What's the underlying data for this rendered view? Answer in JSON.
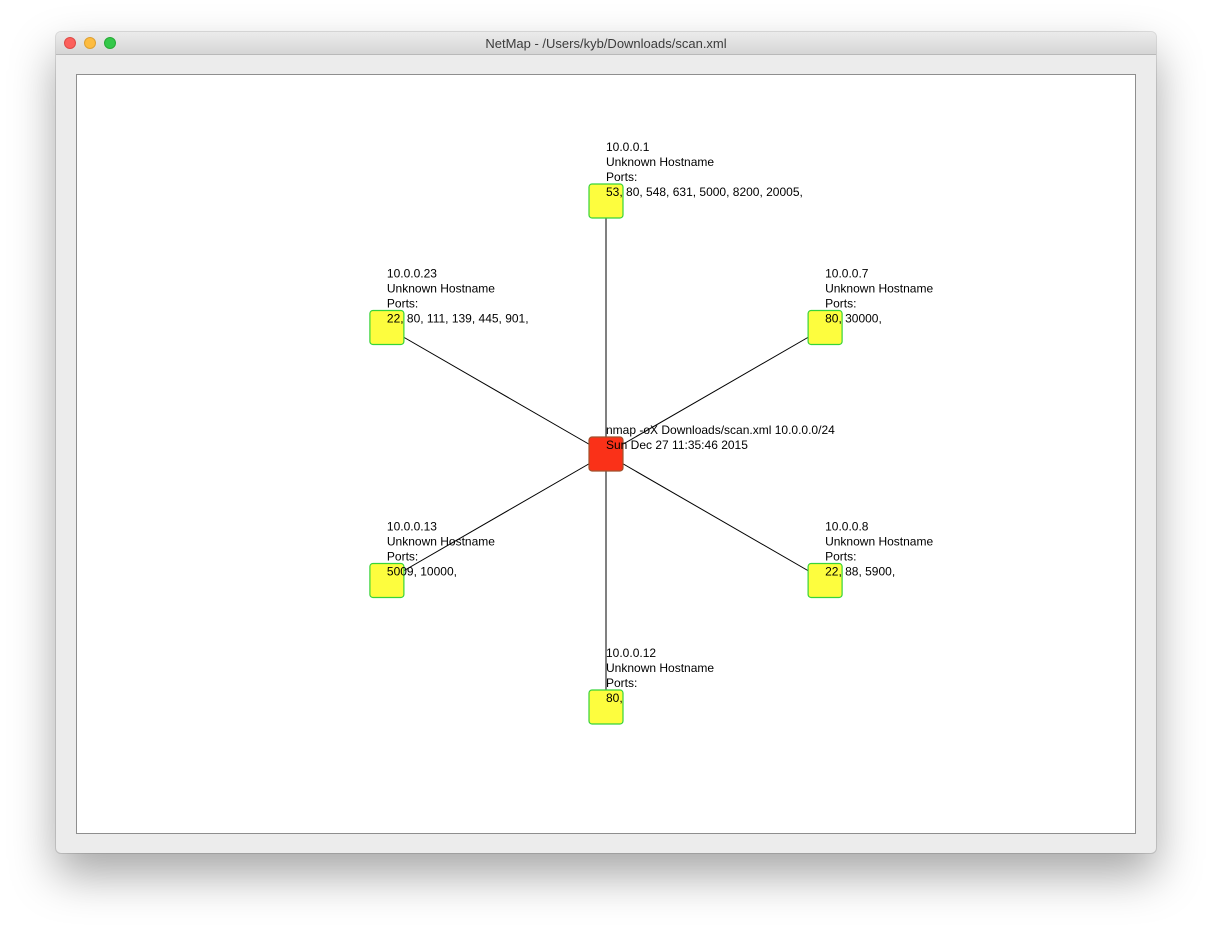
{
  "window": {
    "title": "NetMap - /Users/kyb/Downloads/scan.xml"
  },
  "scan": {
    "command": "nmap -oX Downloads/scan.xml 10.0.0.0/24",
    "date": "Sun Dec 27 11:35:46 2015"
  },
  "hosts": [
    {
      "ip": "10.0.0.1",
      "hostname": "Unknown Hostname",
      "ports_label": "Ports:",
      "ports": "53, 80, 548, 631, 5000, 8200, 20005,"
    },
    {
      "ip": "10.0.0.7",
      "hostname": "Unknown Hostname",
      "ports_label": "Ports:",
      "ports": "80, 30000,"
    },
    {
      "ip": "10.0.0.8",
      "hostname": "Unknown Hostname",
      "ports_label": "Ports:",
      "ports": "22, 88, 5900,"
    },
    {
      "ip": "10.0.0.12",
      "hostname": "Unknown Hostname",
      "ports_label": "Ports:",
      "ports": "80,"
    },
    {
      "ip": "10.0.0.13",
      "hostname": "Unknown Hostname",
      "ports_label": "Ports:",
      "ports": "5009, 10000,"
    },
    {
      "ip": "10.0.0.23",
      "hostname": "Unknown Hostname",
      "ports_label": "Ports:",
      "ports": "22, 80, 111, 139, 445, 901,"
    }
  ],
  "colors": {
    "center_fill": "#fa3118",
    "center_stroke": "#a0522d",
    "host_fill": "#fdfd3e",
    "host_stroke": "#37d43a",
    "edge": "#000000"
  }
}
